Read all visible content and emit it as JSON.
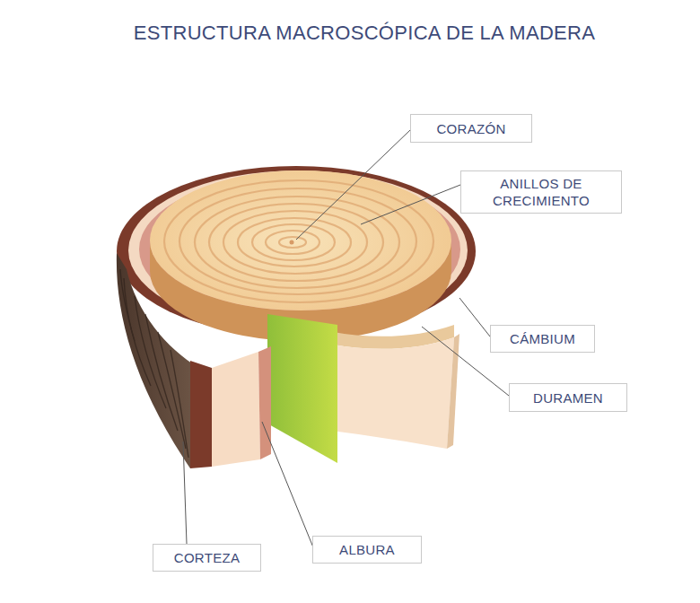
{
  "diagram": {
    "title": "ESTRUCTURA MACROSCÓPICA DE LA MADERA",
    "nodes": [
      {
        "text": [
          "CORAZÓN"
        ]
      },
      {
        "text": [
          "ANILLOS DE CRECIMIENTO"
        ]
      },
      {
        "text": [
          "CÁMBIUM"
        ]
      },
      {
        "text": [
          "DURAMEN"
        ]
      },
      {
        "text": [
          "CORTEZA"
        ]
      },
      {
        "text": [
          "ALBURA"
        ]
      }
    ]
  }
}
